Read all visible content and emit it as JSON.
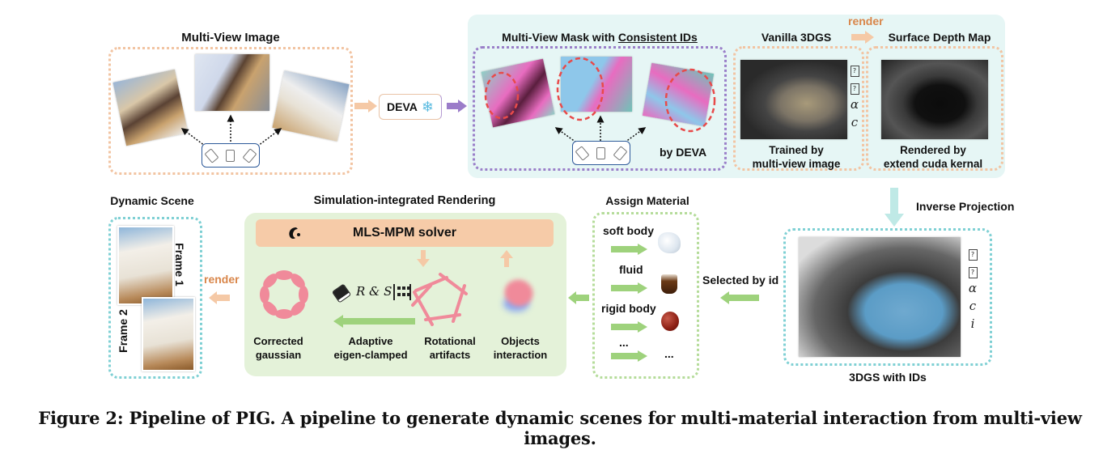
{
  "figure": {
    "caption": "Figure 2: Pipeline of PIG. A pipeline to generate dynamic scenes for multi-material interaction from multi-view images."
  },
  "multi_view_image": {
    "title": "Multi-View Image",
    "icons": [
      "camera-icon",
      "camera-icon",
      "camera-icon"
    ]
  },
  "deva": {
    "label": "DEVA",
    "icon": "snowflake-icon",
    "glyph": "❄"
  },
  "mask_panel": {
    "title_prefix": "Multi-View Mask with ",
    "title_underlined": "Consistent IDs",
    "note": "by DEVA"
  },
  "vanilla_3dgs": {
    "title": "Vanilla 3DGS",
    "caption_line1": "Trained by",
    "caption_line2": "multi-view image",
    "attributes": [
      "?",
      "?",
      "α",
      "c"
    ]
  },
  "render_top": {
    "label": "render"
  },
  "depth_map": {
    "title": "Surface Depth Map",
    "caption_line1": "Rendered by",
    "caption_line2": "extend cuda kernal"
  },
  "inverse_projection": {
    "label": "Inverse Projection"
  },
  "gs_ids": {
    "title": "3DGS with IDs",
    "attributes": [
      "?",
      "?",
      "α",
      "c",
      "i"
    ]
  },
  "selected_by_id": {
    "label": "Selected by id"
  },
  "assign_material": {
    "title": "Assign Material",
    "items": [
      {
        "label": "soft body",
        "object": "sheep-plush"
      },
      {
        "label": "fluid",
        "object": "drink-glass"
      },
      {
        "label": "rigid body",
        "object": "apple"
      },
      {
        "label": "...",
        "object": "..."
      }
    ]
  },
  "simulation": {
    "title": "Simulation-integrated Rendering",
    "solver": "MLS-MPM solver",
    "operator": "R & S",
    "stages": [
      {
        "line1": "Corrected",
        "line2": "gaussian"
      },
      {
        "line1": "Adaptive",
        "line2": "eigen-clamped"
      },
      {
        "line1": "Rotational",
        "line2": "artifacts"
      },
      {
        "line1": "Objects",
        "line2": "interaction"
      }
    ]
  },
  "render_bottom": {
    "label": "render"
  },
  "dynamic_scene": {
    "title": "Dynamic Scene",
    "frames": [
      "Frame 1",
      "Frame 2"
    ]
  },
  "colors": {
    "orange_arrow": "#f5c9a6",
    "purple_arrow": "#9b7cc9",
    "green_arrow": "#9ed27c",
    "teal_panel": "#e6f6f5",
    "green_panel": "#e4f2d9",
    "solver_bar": "#f6cba8",
    "render_text": "#d9864a",
    "mask_circle": "#e84a4a",
    "gaussian_pink": "#f08a9a"
  }
}
